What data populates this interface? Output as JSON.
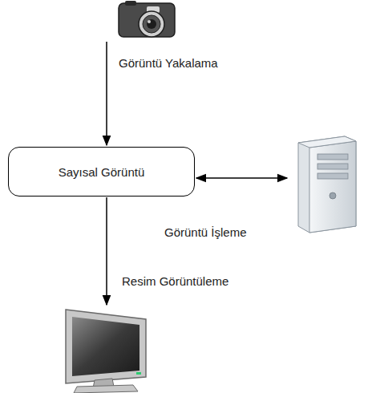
{
  "diagram": {
    "nodes": [
      {
        "text": [
          "Sayısal Görüntü"
        ]
      }
    ],
    "labels": [
      "Görüntü Yakalama",
      "Görüntü İşleme",
      "Resim Görüntüleme"
    ]
  }
}
